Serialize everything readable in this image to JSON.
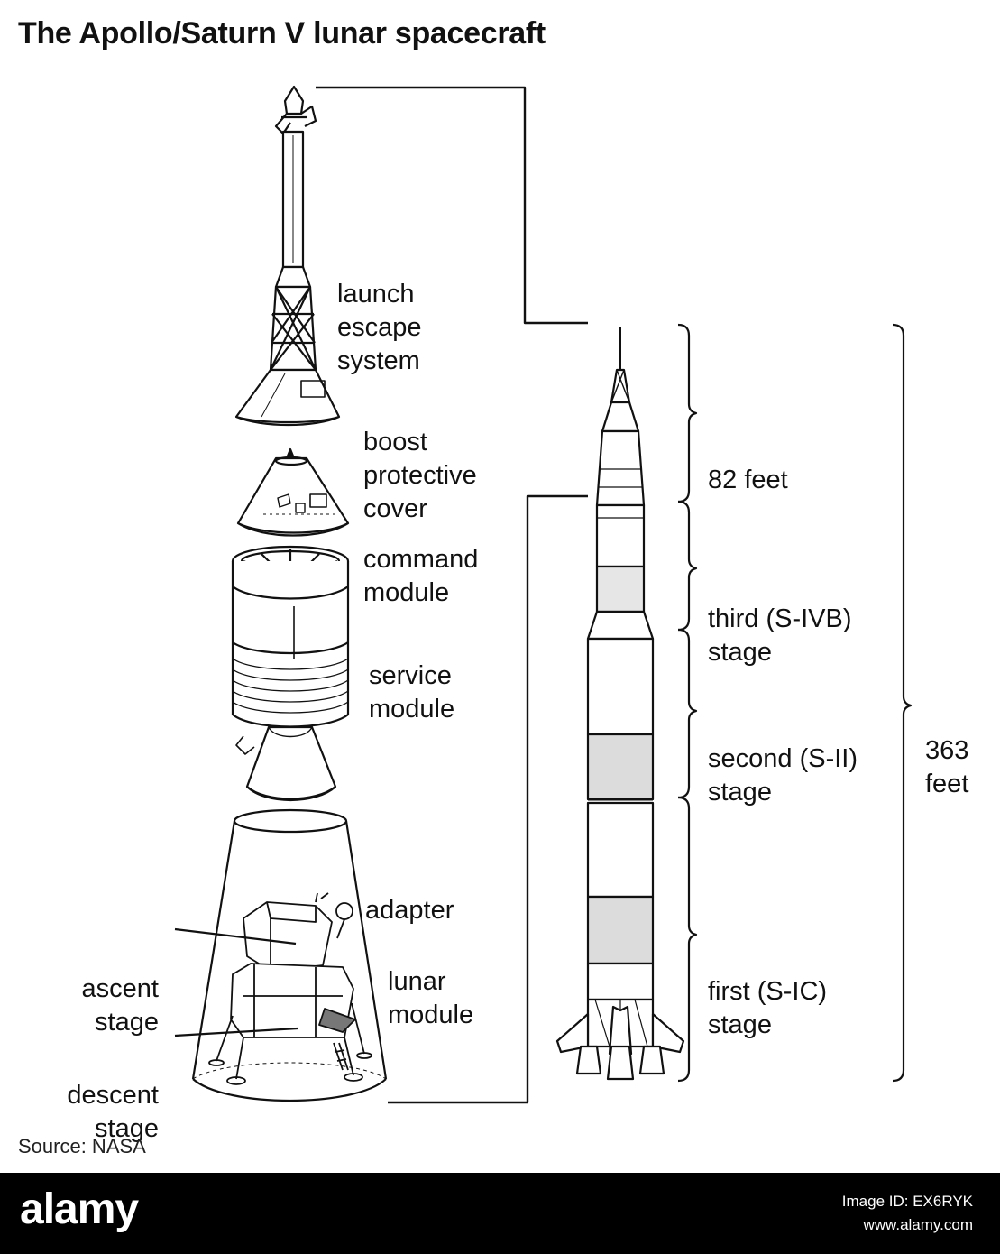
{
  "title": "The Apollo/Saturn V lunar spacecraft",
  "labels": {
    "launch_escape": [
      "launch",
      "escape",
      "system"
    ],
    "boost_cover": [
      "boost",
      "protective",
      "cover"
    ],
    "command_module": [
      "command",
      "module"
    ],
    "service_module": [
      "service",
      "module"
    ],
    "adapter": [
      "adapter"
    ],
    "lunar_module": [
      "lunar",
      "module"
    ],
    "ascent_stage": [
      "ascent",
      "stage"
    ],
    "descent_stage": [
      "descent",
      "stage"
    ],
    "height_82": [
      "82 feet"
    ],
    "third_stage": [
      "third (S-IVB)",
      "stage"
    ],
    "second_stage": [
      "second (S-II)",
      "stage"
    ],
    "first_stage": [
      "first (S-IC)",
      "stage"
    ],
    "total_height": [
      "363",
      "feet"
    ]
  },
  "source": "Source: NASA",
  "watermark": {
    "logo": "alamy",
    "image_id": "Image ID: EX6RYK",
    "url": "www.alamy.com"
  }
}
